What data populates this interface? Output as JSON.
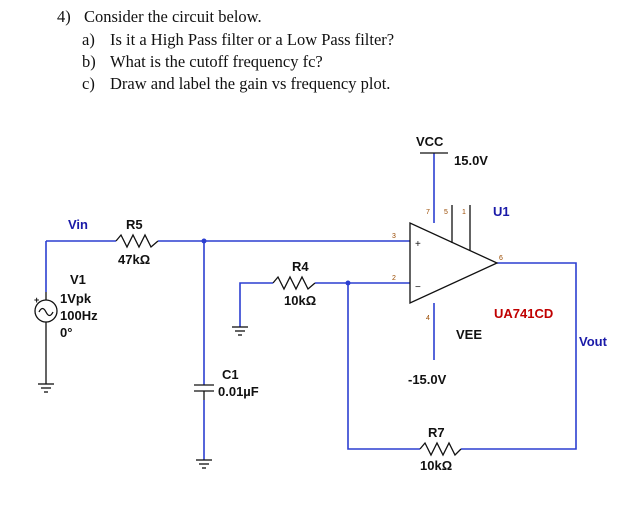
{
  "question": {
    "number": "4)",
    "stem": "Consider the circuit below.",
    "parts": [
      {
        "letter": "a)",
        "text": "Is it a High Pass filter or a Low Pass filter?"
      },
      {
        "letter": "b)",
        "text": "What is the cutoff frequency fc?"
      },
      {
        "letter": "c)",
        "text": "Draw and label the gain vs frequency plot."
      }
    ]
  },
  "schematic": {
    "vin_label": "Vin",
    "vout_label": "Vout",
    "vcc_label": "VCC",
    "vcc_voltage": "15.0V",
    "vee_label": "VEE",
    "vee_voltage": "-15.0V",
    "r5": {
      "name": "R5",
      "value": "47kΩ"
    },
    "r4": {
      "name": "R4",
      "value": "10kΩ"
    },
    "r7": {
      "name": "R7",
      "value": "10kΩ"
    },
    "c1": {
      "name": "C1",
      "value": "0.01µF"
    },
    "v1": {
      "name": "V1",
      "amplitude": "1Vpk",
      "frequency": "100Hz",
      "phase": "0°"
    },
    "opamp": {
      "ref": "U1",
      "part": "UA741CD",
      "plus": "+",
      "minus": "−"
    },
    "pins": {
      "p3": "3",
      "p2": "2",
      "p7": "7",
      "p5": "5",
      "p1": "1",
      "p6": "6",
      "p4": "4"
    },
    "colors": {
      "wire": "#2c3fd1",
      "component": "#111111",
      "refdes": "#1a1aa8",
      "part_name": "#c00000",
      "pin_number": "#9a4a00"
    }
  }
}
